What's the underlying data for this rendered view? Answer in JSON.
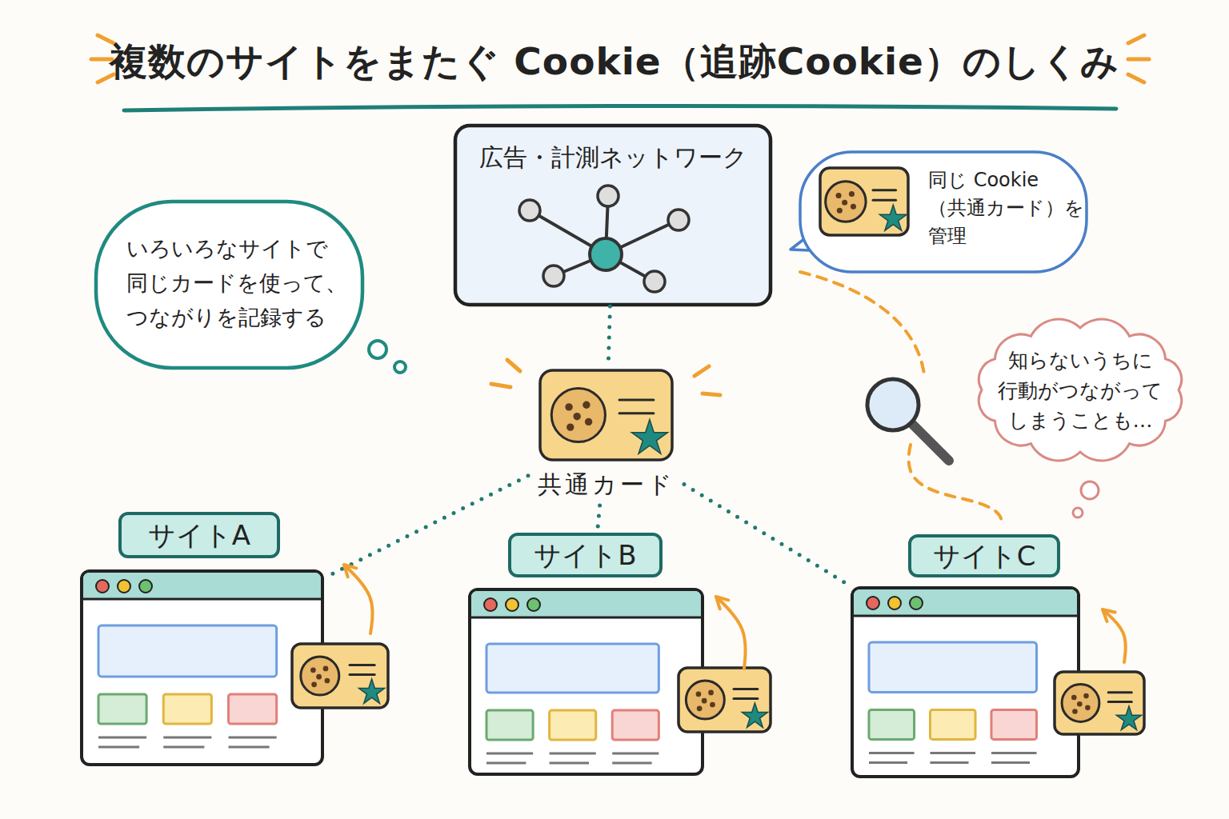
{
  "diagram": {
    "title": "複数のサイトをまたぐ Cookie（追跡Cookie）のしくみ",
    "nodes": [
      {
        "text": [
          "広告・計測ネットワーク"
        ]
      },
      {
        "text": [
          "同じ Cookie （共通カード）を 管理"
        ]
      },
      {
        "text": [
          "いろいろなサイトで 同じカードを使って、 つながりを記録する"
        ]
      },
      {
        "text": [
          "共通カード"
        ]
      },
      {
        "text": [
          "知らないうちに 行動がつながって しまうことも…"
        ]
      },
      {
        "text": [
          "サイトA"
        ]
      },
      {
        "text": [
          "サイトB"
        ]
      },
      {
        "text": [
          "サイトC"
        ]
      }
    ],
    "edges": [
      {
        "from": 0,
        "to": 3,
        "arrow": "none"
      },
      {
        "from": 3,
        "to": 5,
        "arrow": "none"
      },
      {
        "from": 3,
        "to": 6,
        "arrow": "none"
      },
      {
        "from": 3,
        "to": 7,
        "arrow": "none"
      }
    ]
  }
}
